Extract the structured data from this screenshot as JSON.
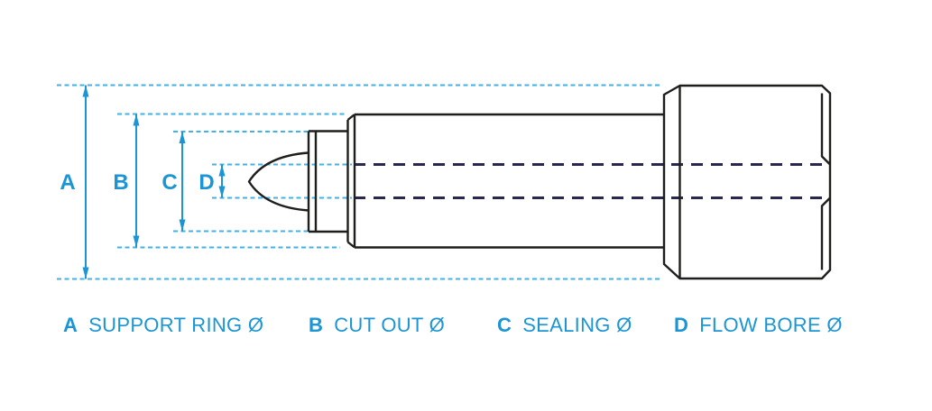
{
  "diagram": {
    "type": "technical-dimension-drawing",
    "subject": "nozzle cross-section with diameter callouts",
    "colors": {
      "accent_blue": "#1b95d3",
      "extension_dash_blue": "#44b1e5",
      "part_outline": "#1e1e1c",
      "bore_centerline_navy": "#28284e",
      "background": "#ffffff"
    }
  },
  "legend": {
    "items": [
      {
        "letter": "A",
        "label": "SUPPORT RING Ø"
      },
      {
        "letter": "B",
        "label": "CUT OUT Ø"
      },
      {
        "letter": "C",
        "label": "SEALING Ø"
      },
      {
        "letter": "D",
        "label": "FLOW BORE Ø"
      }
    ]
  }
}
